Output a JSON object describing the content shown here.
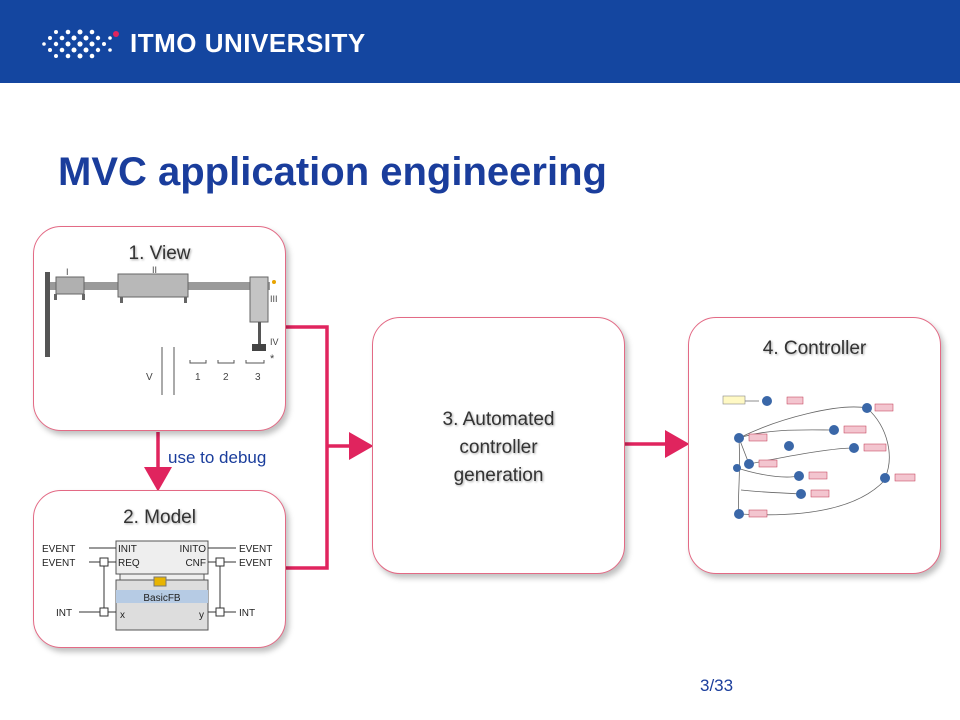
{
  "header": {
    "logo_text": "ITMO UNIVERSITY",
    "bg_color": "#1446a0"
  },
  "title": "MVC application engineering",
  "boxes": {
    "view": {
      "label": "1. View",
      "numerals": [
        "I",
        "II",
        "III",
        "IV",
        "V"
      ],
      "numbers": [
        "1",
        "2",
        "3"
      ],
      "star": "*"
    },
    "model": {
      "label": "2. Model",
      "fb_name": "BasicFB",
      "left_types": [
        "EVENT",
        "EVENT",
        "INT"
      ],
      "right_types": [
        "EVENT",
        "EVENT",
        "INT"
      ],
      "left_ports": [
        "INIT",
        "REQ",
        "x"
      ],
      "right_ports": [
        "INITO",
        "CNF",
        "y"
      ]
    },
    "generation": {
      "label_lines": [
        "3. Automated",
        "controller",
        "generation"
      ]
    },
    "controller": {
      "label": "4. Controller"
    }
  },
  "debug_label": "use to debug",
  "page_number": "3/33",
  "colors": {
    "accent": "#e0245e",
    "title": "#1a3d9c",
    "border": "#e36a85"
  }
}
